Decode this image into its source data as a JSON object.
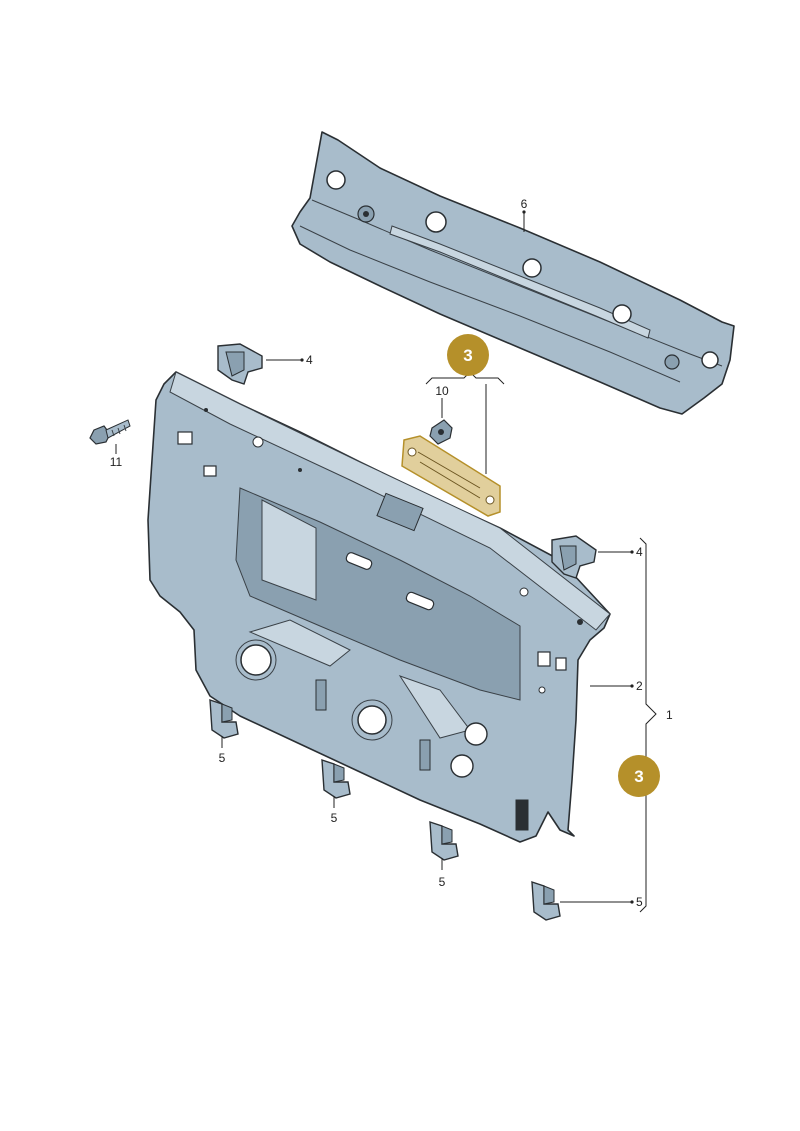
{
  "colors": {
    "panel_fill": "#a8bccb",
    "panel_shade": "#8aa0b0",
    "panel_light": "#c8d6e0",
    "highlight": "#c9a84a",
    "badge": "#b5902a"
  },
  "labels": {
    "part_1": "1",
    "part_2": "2",
    "part_3_top": "3",
    "part_3_side": "3",
    "part_4_top": "4",
    "part_4_right": "4",
    "part_5_a": "5",
    "part_5_b": "5",
    "part_5_c": "5",
    "part_5_d": "5",
    "part_6": "6",
    "part_10": "10",
    "part_11": "11"
  }
}
